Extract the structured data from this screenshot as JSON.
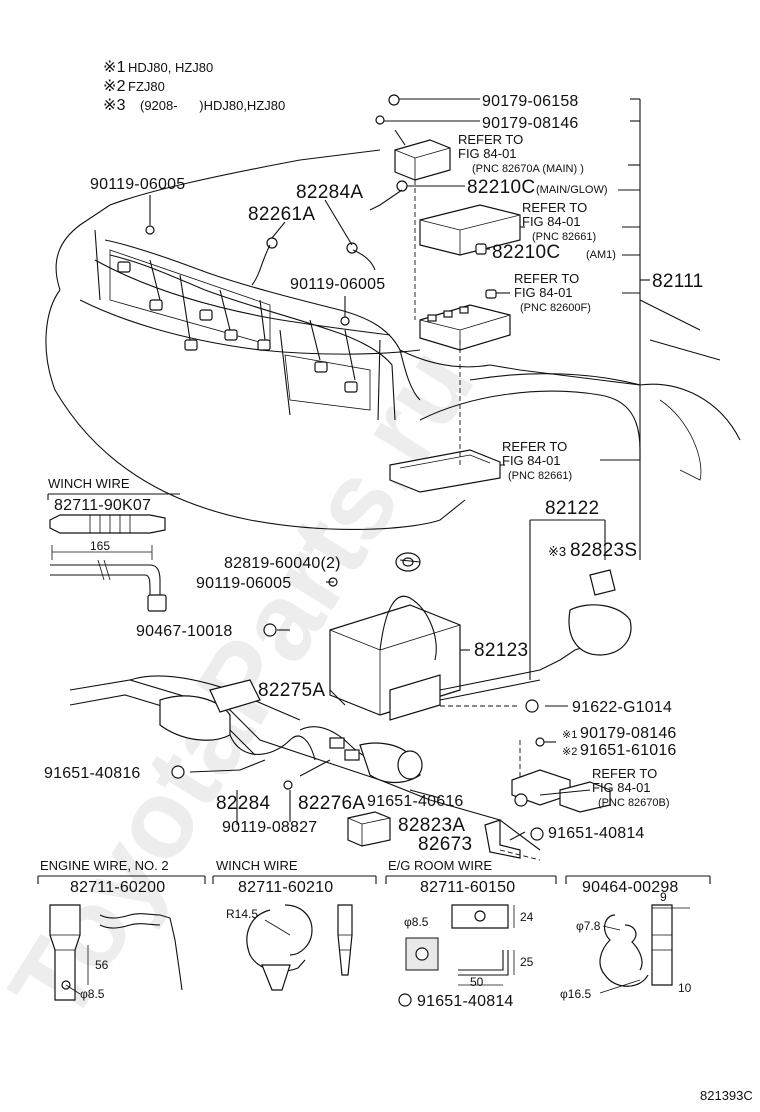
{
  "notes": [
    {
      "mark": "※1",
      "text": "HDJ80, HZJ80"
    },
    {
      "mark": "※2",
      "text": "FZJ80"
    },
    {
      "mark": "※3",
      "text": "(9208-      )HDJ80,HZJ80"
    }
  ],
  "parts": {
    "p90179_06158": "90179-06158",
    "p90179_08146": "90179-08146",
    "p90119_06005_a": "90119-06005",
    "p82284A": "82284A",
    "p82210C_a": "82210C",
    "p82210C_a_note": "(MAIN/GLOW)",
    "p82261A": "82261A",
    "p82210C_b": "82210C",
    "p82210C_b_note": "(AM1)",
    "p82111": "82111",
    "p90119_06005_b": "90119-06005",
    "p82122": "82122",
    "p82823S": "82823S",
    "p82823S_mark": "※3",
    "p82819_60040": "82819-60040(2)",
    "p90119_06005_c": "90119-06005",
    "p90467_10018": "90467-10018",
    "p82123": "82123",
    "p82275A": "82275A",
    "p91622_G1014": "91622-G1014",
    "p90179_08146_b": "90179-08146",
    "p90179_08146_b_mark": "※1",
    "p91651_61016": "91651-61016",
    "p91651_61016_mark": "※2",
    "p91651_40816": "91651-40816",
    "p82284": "82284",
    "p82276A": "82276A",
    "p91651_40616": "91651-40616",
    "p90119_08827": "90119-08827",
    "p82823A": "82823A",
    "p82673": "82673",
    "p91651_40814": "91651-40814",
    "p91651_40814_b": "91651-40814"
  },
  "refers": [
    {
      "l1": "REFER TO",
      "l2": "FIG 84-01",
      "l3": "(PNC 82670A (MAIN) )"
    },
    {
      "l1": "REFER TO",
      "l2": "FIG 84-01",
      "l3": "(PNC 82661)"
    },
    {
      "l1": "REFER TO",
      "l2": "FIG 84-01",
      "l3": "(PNC 82600F)"
    },
    {
      "l1": "REFER TO",
      "l2": "FIG 84-01",
      "l3": "(PNC 82661)"
    },
    {
      "l1": "REFER TO",
      "l2": "FIG 84-01",
      "l3": "(PNC 82670B)"
    }
  ],
  "winch_top": {
    "title": "WINCH WIRE",
    "part": "82711-90K07",
    "dim": "165"
  },
  "bottom_sections": [
    {
      "title": "ENGINE WIRE, NO. 2",
      "part": "82711-60200",
      "dims": [
        "56",
        "φ8.5"
      ]
    },
    {
      "title": "WINCH WIRE",
      "part": "82711-60210",
      "dims": [
        "R14.5"
      ]
    },
    {
      "title": "E/G ROOM WIRE",
      "part": "82711-60150",
      "dims": [
        "φ8.5",
        "24",
        "25",
        "50"
      ],
      "bolt": "91651-40814"
    },
    {
      "title": "",
      "part": "90464-00298",
      "dims": [
        "φ7.8",
        "9",
        "φ16.5",
        "10"
      ]
    }
  ],
  "figure_id": "821393C",
  "watermark": "ToyotaParts.ru"
}
